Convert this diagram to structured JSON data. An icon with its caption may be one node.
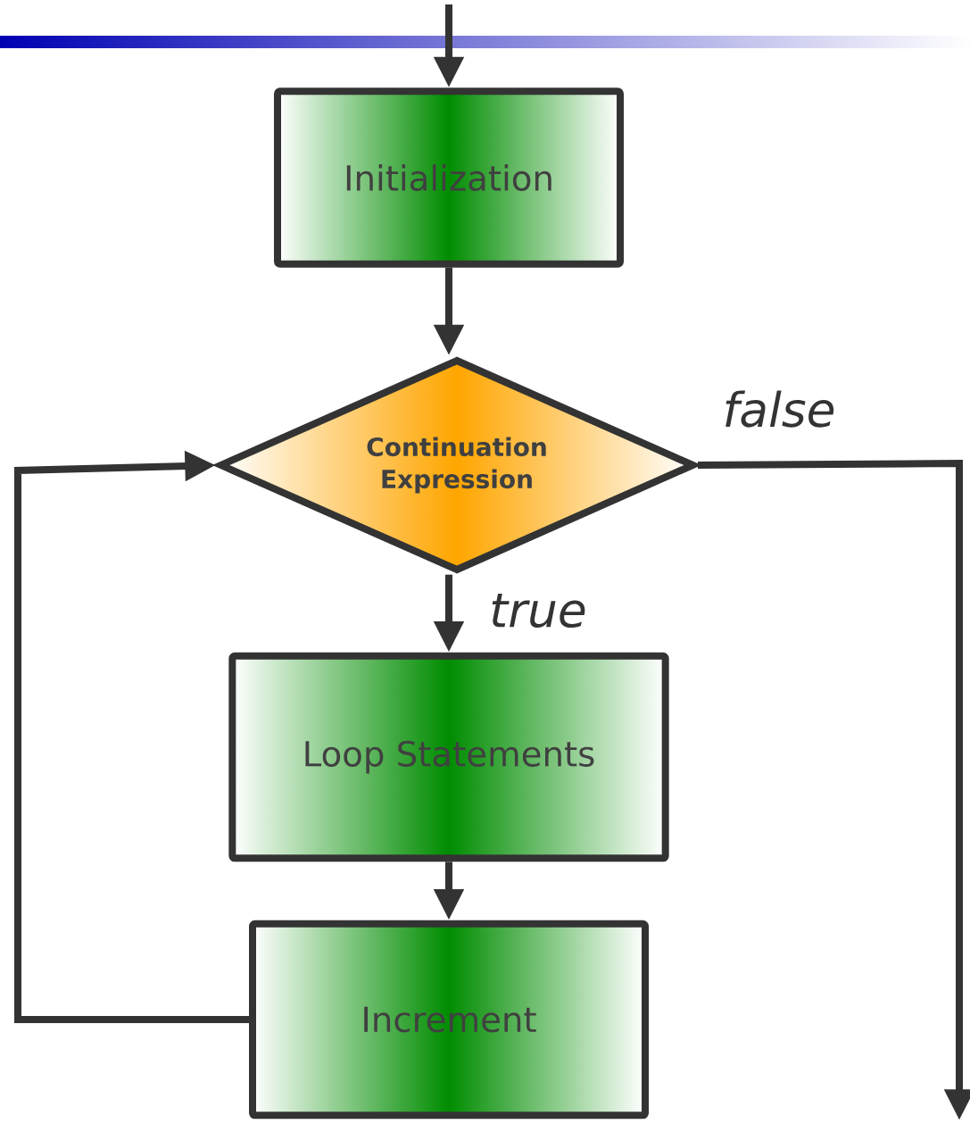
{
  "diagram": {
    "nodes": [
      {
        "text": [
          "Initialization"
        ]
      },
      {
        "text": [
          "Continuation Expression"
        ]
      },
      {
        "text": [
          "Loop Statements"
        ]
      },
      {
        "text": [
          "Increment"
        ]
      }
    ],
    "edges": [
      {
        "from": null,
        "to": 0,
        "arrow": "to"
      },
      {
        "from": 0,
        "to": 1,
        "arrow": "to"
      },
      {
        "from": 1,
        "to": 2,
        "arrow": "to",
        "label": "true"
      },
      {
        "from": 2,
        "to": 3,
        "arrow": "to"
      },
      {
        "from": 3,
        "to": 1,
        "arrow": "to"
      },
      {
        "from": 1,
        "to": null,
        "arrow": "to",
        "label": "false"
      }
    ]
  }
}
